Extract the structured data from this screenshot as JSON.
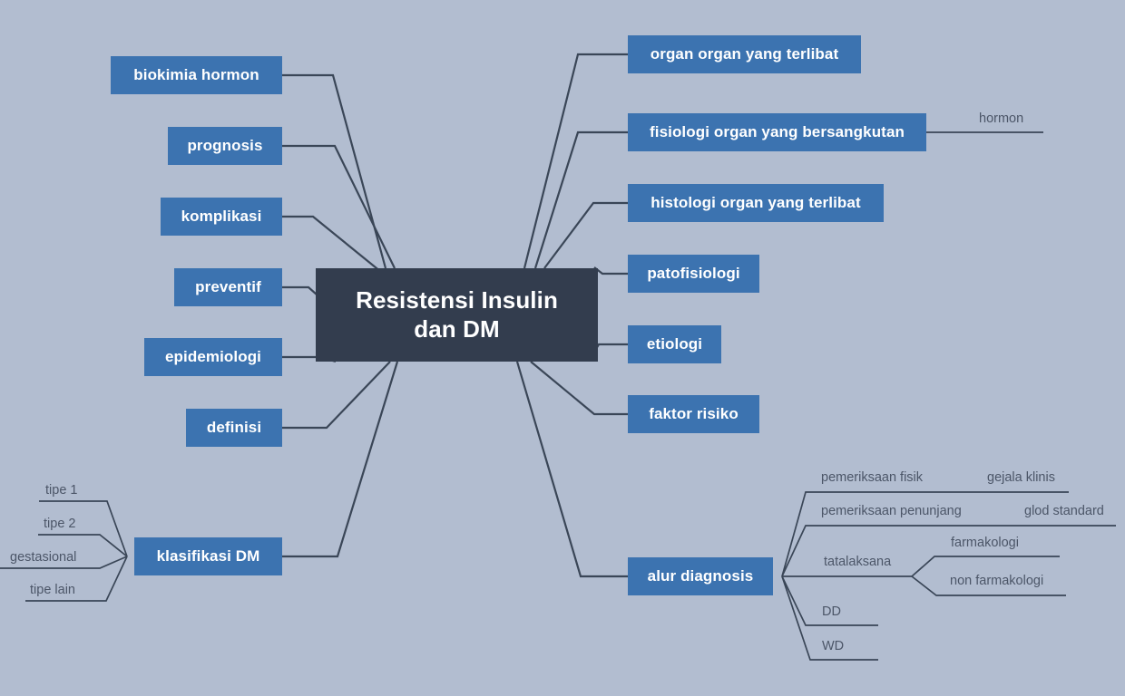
{
  "diagram": {
    "type": "mind-map",
    "title": "Resistensi Insulin dan DM",
    "background_color": "#b2bdd0",
    "root_color": "#333d4e",
    "branch_color": "#3c73b0",
    "edge_color": "#3a4657",
    "leaf_text_color": "#4c5668"
  },
  "root": {
    "line1": "Resistensi Insulin",
    "line2": "dan DM"
  },
  "branches_left": [
    {
      "label": "biokimia hormon"
    },
    {
      "label": "prognosis"
    },
    {
      "label": "komplikasi"
    },
    {
      "label": "preventif"
    },
    {
      "label": "epidemiologi"
    },
    {
      "label": "definisi"
    },
    {
      "label": "klasifikasi DM"
    }
  ],
  "branches_right": [
    {
      "label": "organ organ yang terlibat"
    },
    {
      "label": "fisiologi organ yang bersangkutan"
    },
    {
      "label": "histologi organ yang terlibat"
    },
    {
      "label": "patofisiologi"
    },
    {
      "label": "etiologi"
    },
    {
      "label": "faktor risiko"
    },
    {
      "label": "alur diagnosis"
    }
  ],
  "leaves": {
    "fisiologi": [
      {
        "label": "hormon"
      }
    ],
    "klasifikasi_dm": [
      {
        "label": "tipe 1"
      },
      {
        "label": "tipe 2"
      },
      {
        "label": "gestasional"
      },
      {
        "label": "tipe lain"
      }
    ],
    "alur_diagnosis": [
      {
        "label": "pemeriksaan fisik"
      },
      {
        "label": "pemeriksaan penunjang"
      },
      {
        "label": "tatalaksana"
      },
      {
        "label": "DD"
      },
      {
        "label": "WD"
      }
    ],
    "pemeriksaan_fisik": [
      {
        "label": "gejala klinis"
      }
    ],
    "pemeriksaan_penunjang": [
      {
        "label": "glod standard"
      }
    ],
    "tatalaksana": [
      {
        "label": "farmakologi"
      },
      {
        "label": "non farmakologi"
      }
    ]
  }
}
